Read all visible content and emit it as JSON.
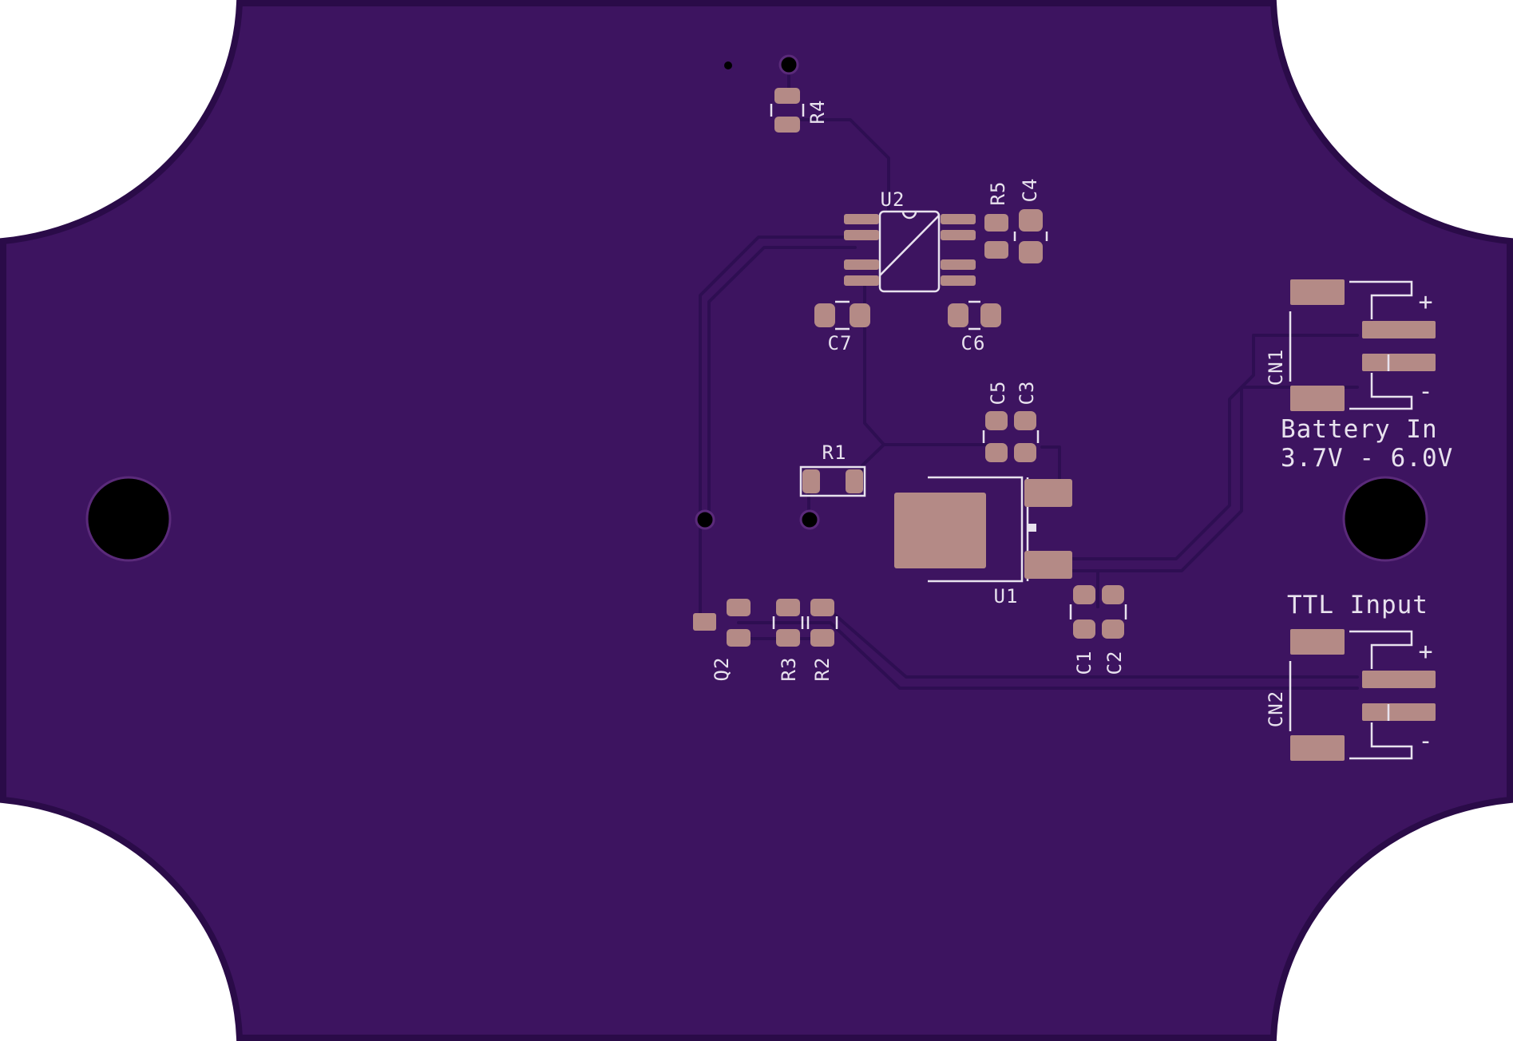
{
  "colors": {
    "background": "#ffffff",
    "board_outline": "#2a0b48",
    "board_fill": "#3d1460",
    "trace": "#2e0e52",
    "pad": "#b48a86",
    "silkscreen": "#e8e2ee",
    "hole": "#000000"
  },
  "silkscreen_labels": {
    "r4": "R4",
    "u2": "U2",
    "r5": "R5",
    "c4": "C4",
    "c7": "C7",
    "c6": "C6",
    "c5": "C5",
    "c3": "C3",
    "r1": "R1",
    "u1": "U1",
    "c1": "C1",
    "c2": "C2",
    "q2": "Q2",
    "r3": "R3",
    "r2": "R2",
    "cn1": "CN1",
    "cn2": "CN2",
    "battery_line1": "Battery In",
    "battery_line2": "3.7V - 6.0V",
    "ttl": "TTL Input",
    "cn1_plus": "+",
    "cn1_minus": "-",
    "cn2_plus": "+",
    "cn2_minus": "-"
  }
}
